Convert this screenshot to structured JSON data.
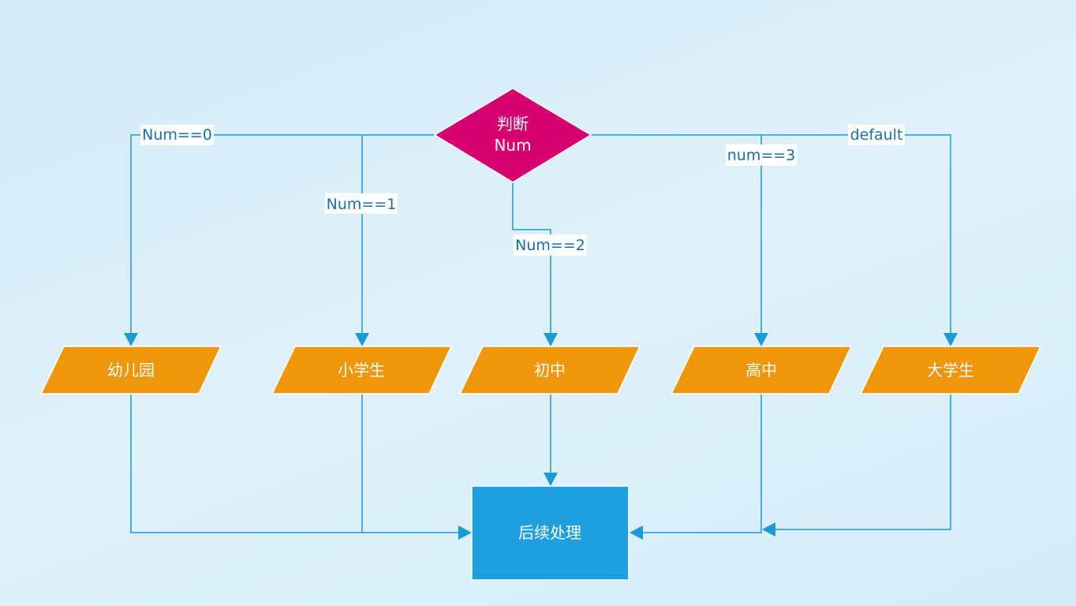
{
  "nodes": {
    "decision": {
      "line1": "判断",
      "line2": "Num",
      "color": "#d6006e"
    },
    "kindergarten": {
      "label": "幼儿园",
      "color": "#f0960a"
    },
    "primary": {
      "label": "小学生",
      "color": "#f0960a"
    },
    "junior": {
      "label": "初中",
      "color": "#f0960a"
    },
    "senior": {
      "label": "高中",
      "color": "#f0960a"
    },
    "college": {
      "label": "大学生",
      "color": "#f0960a"
    },
    "followup": {
      "label": "后续处理",
      "color": "#1ea0e0"
    }
  },
  "edges": {
    "num0": "Num==0",
    "num1": "Num==1",
    "num2": "Num==2",
    "num3": "num==3",
    "default": "default"
  },
  "colors": {
    "connector": "#1a9bd7",
    "label_background": "#ffffff",
    "label_text": "#1a6ea8"
  }
}
